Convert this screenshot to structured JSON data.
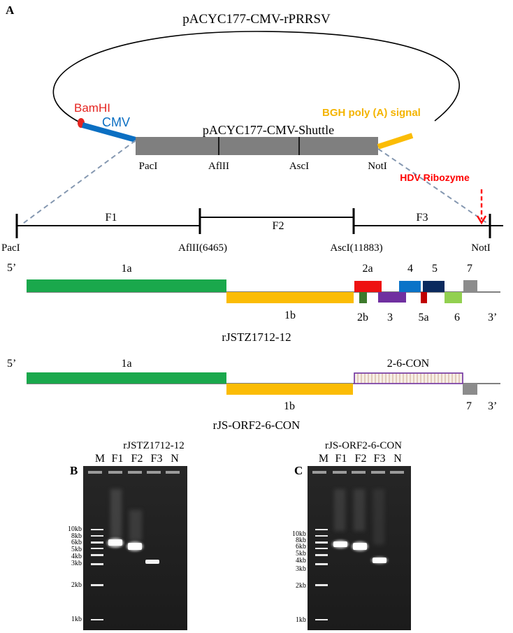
{
  "panels": {
    "a": "A",
    "b": "B",
    "c": "C"
  },
  "plasmid": {
    "title": "pACYC177-CMV-rPRRSV",
    "shuttle_label": "pACYC177-CMV-Shuttle",
    "bamhi": "BamHI",
    "cmv": "CMV",
    "bgh": "BGH poly (A) signal",
    "sites": [
      "PacI",
      "AflII",
      "AscI",
      "NotI"
    ],
    "hdv": "HDV Ribozyme"
  },
  "fragments": {
    "names": [
      "F1",
      "F2",
      "F3"
    ],
    "sites": [
      "PacI",
      "AflII(6465)",
      "AscI(11883)",
      "NotI"
    ]
  },
  "genome1": {
    "name": "rJSTZ1712-12",
    "five": "5’",
    "three": "3’",
    "orfs": [
      {
        "label": "1a",
        "color": "#1aa84c"
      },
      {
        "label": "1b",
        "color": "#fbbc05"
      },
      {
        "label": "2a",
        "color": "#ee1111"
      },
      {
        "label": "2b",
        "color": "#3d7a2c"
      },
      {
        "label": "3",
        "color": "#7030a0"
      },
      {
        "label": "4",
        "color": "#0a73c8"
      },
      {
        "label": "5",
        "color": "#0b2a5e"
      },
      {
        "label": "5a",
        "color": "#c00000"
      },
      {
        "label": "6",
        "color": "#92d050"
      },
      {
        "label": "7",
        "color": "#8c8c8c"
      }
    ]
  },
  "genome2": {
    "name": "rJS-ORF2-6-CON",
    "five": "5’",
    "three": "3’",
    "orfs": [
      {
        "label": "1a",
        "color": "#1aa84c"
      },
      {
        "label": "1b",
        "color": "#fbbc05"
      },
      {
        "label": "2-6-CON",
        "color": "#7030a0"
      },
      {
        "label": "7",
        "color": "#8c8c8c"
      }
    ]
  },
  "gels": [
    {
      "panel": "B",
      "title": "rJSTZ1712-12",
      "lanes": [
        "M",
        "F1",
        "F2",
        "F3",
        "N"
      ],
      "ladder": [
        "10kb",
        "8kb",
        "6kb",
        "5kb",
        "4kb",
        "3kb",
        "2kb",
        "1kb"
      ]
    },
    {
      "panel": "C",
      "title": "rJS-ORF2-6-CON",
      "lanes": [
        "M",
        "F1",
        "F2",
        "F3",
        "N"
      ],
      "ladder": [
        "10kb",
        "8kb",
        "6kb",
        "5kb",
        "4kb",
        "3kb",
        "2kb",
        "1kb"
      ]
    }
  ],
  "colors": {
    "cmv": "#0b6fc2",
    "bamhi": "#e52521",
    "bgh": "#fbbc05",
    "shuttle": "#7f7f7f",
    "dashed": "#8497b0",
    "hdv": "#ff0000"
  }
}
